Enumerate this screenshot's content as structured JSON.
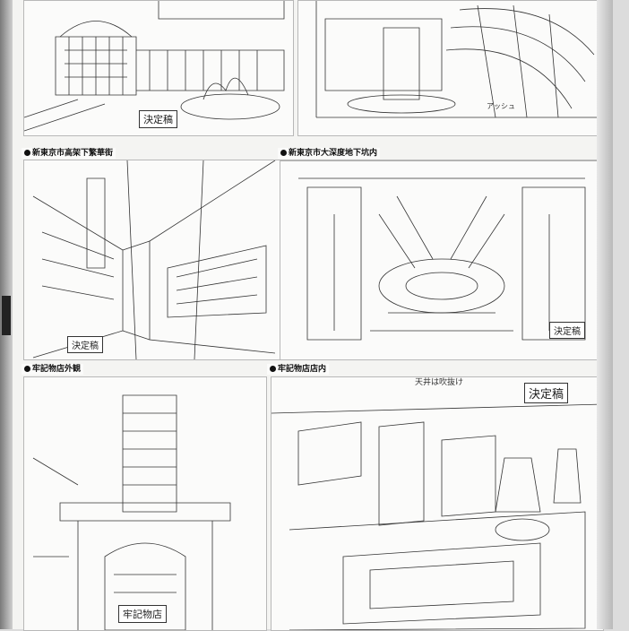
{
  "page": {
    "background": "#f4f4f2",
    "ink": "#222222"
  },
  "panels": {
    "plaza": {
      "stamp": "決定稿"
    },
    "dome_interior": {
      "note": "アッシュ"
    },
    "alley": {
      "caption": "新東京市高架下繁華街",
      "stamp": "決定稿"
    },
    "underground": {
      "caption": "新東京市大深度地下坑内",
      "stamp": "決定稿"
    },
    "shop_exterior": {
      "caption": "牢記物店外観",
      "sign": "牢記物店"
    },
    "shop_interior": {
      "caption": "牢記物店店内",
      "stamp": "決定稿",
      "note": "天井は吹抜け"
    }
  },
  "icons": {
    "caption_marker": "filled-circle-icon"
  }
}
